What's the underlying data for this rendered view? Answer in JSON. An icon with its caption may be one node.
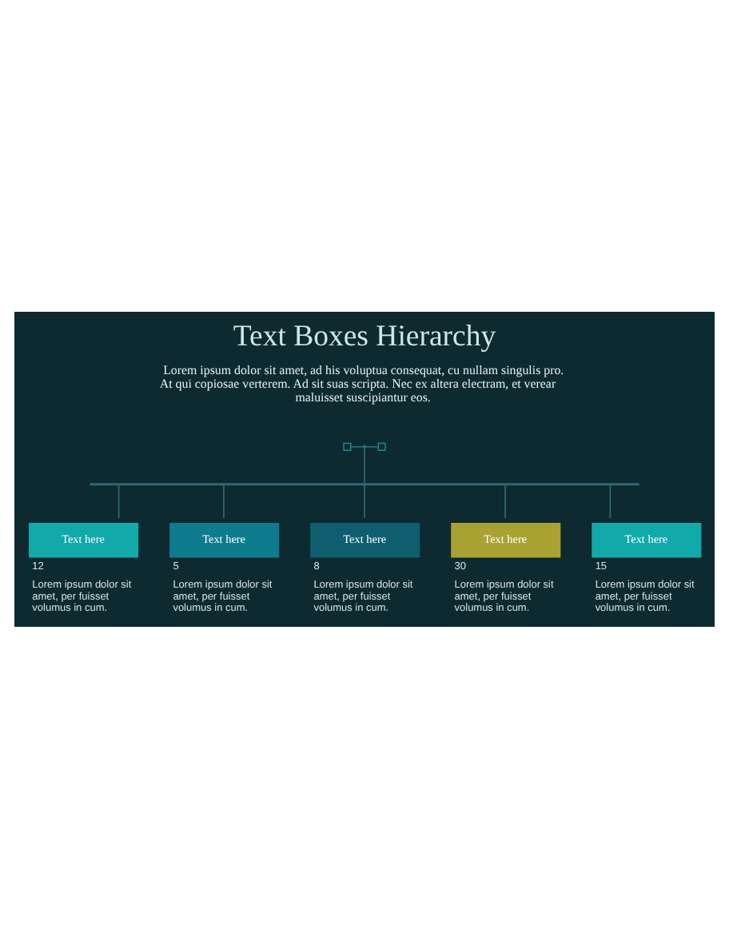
{
  "diagram": {
    "title": "Text Boxes Hierarchy",
    "nodes": [
      {
        "text": [],
        "shape": "box"
      },
      {
        "text": [],
        "shape": "point"
      },
      {
        "text": [],
        "shape": "box"
      },
      {
        "text": [],
        "shape": "bar"
      },
      {
        "text": [
          "Text here"
        ],
        "beside": [
          "12",
          "Lorem ipsum dolor sit amet, per fuisset volumus in cum."
        ]
      },
      {
        "text": [
          "Text here"
        ],
        "beside": [
          "5",
          "Lorem ipsum dolor sit amet, per fuisset volumus in cum."
        ]
      },
      {
        "text": [
          "Text here"
        ],
        "beside": [
          "8",
          "Lorem ipsum dolor sit amet, per fuisset volumus in cum."
        ]
      },
      {
        "text": [
          "Text here"
        ],
        "beside": [
          "30",
          "Lorem ipsum dolor sit amet, per fuisset volumus in cum."
        ]
      },
      {
        "text": [
          "Text here"
        ],
        "beside": [
          "15",
          "Lorem ipsum dolor sit amet, per fuisset volumus in cum."
        ]
      }
    ],
    "edges": [
      {
        "from": 0,
        "to": 1,
        "arrow": "none"
      },
      {
        "from": 1,
        "to": 2,
        "arrow": "none"
      },
      {
        "from": 1,
        "to": 3,
        "arrow": "none"
      },
      {
        "from": 3,
        "to": 4,
        "arrow": "none"
      },
      {
        "from": 3,
        "to": 5,
        "arrow": "none"
      },
      {
        "from": 3,
        "to": 6,
        "arrow": "none"
      },
      {
        "from": 3,
        "to": 7,
        "arrow": "none"
      },
      {
        "from": 3,
        "to": 8,
        "arrow": "none"
      }
    ],
    "labels": [
      "Lorem ipsum dolor sit amet, ad his voluptua consequat, cu nullam singulis pro. At qui copiosae verterem. Ad sit suas scripta. Nec ex altera electram, et verear maluisset suscipiantur eos."
    ]
  }
}
